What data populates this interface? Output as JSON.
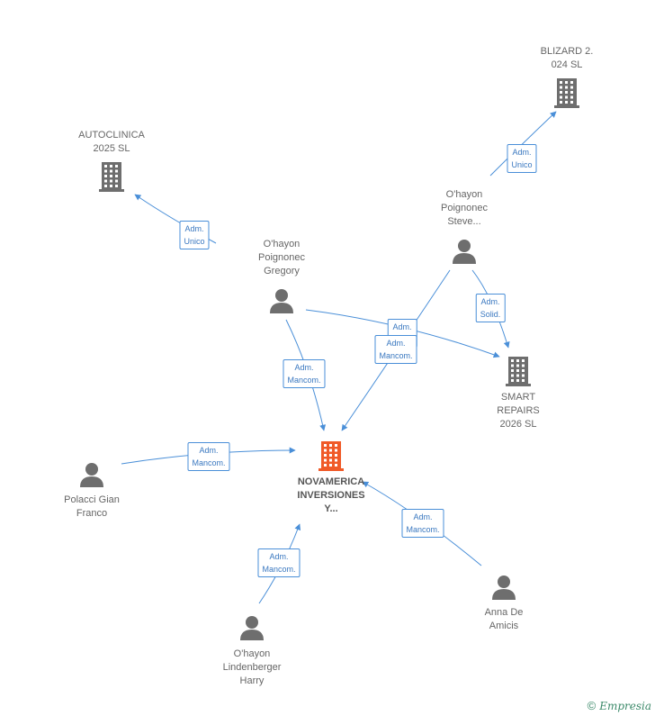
{
  "colors": {
    "edge": "#4a8fd8",
    "company": "#6e6e6e",
    "focus_company": "#f05a28",
    "person": "#6e6e6e"
  },
  "nodes": [
    {
      "id": "novamerica",
      "type": "company",
      "focus": true,
      "label": [
        "NOVAMERICA",
        "INVERSIONES",
        "Y..."
      ]
    },
    {
      "id": "autoclinica",
      "type": "company",
      "label": [
        "AUTOCLINICA",
        "2025 SL"
      ]
    },
    {
      "id": "blizard",
      "type": "company",
      "label": [
        "BLIZARD 2.",
        "024 SL"
      ]
    },
    {
      "id": "smart",
      "type": "company",
      "label": [
        "SMART",
        "REPAIRS",
        "2026 SL"
      ]
    },
    {
      "id": "gregory",
      "type": "person",
      "label": [
        "O'hayon",
        "Poignonec",
        "Gregory"
      ]
    },
    {
      "id": "steve",
      "type": "person",
      "label": [
        "O'hayon",
        "Poignonec",
        "Steve..."
      ]
    },
    {
      "id": "polacci",
      "type": "person",
      "label": [
        "Polacci Gian",
        "Franco"
      ]
    },
    {
      "id": "harry",
      "type": "person",
      "label": [
        "O'hayon",
        "Lindenberger",
        "Harry"
      ]
    },
    {
      "id": "anna",
      "type": "person",
      "label": [
        "Anna De",
        "Amicis"
      ]
    }
  ],
  "edges": [
    {
      "from": "gregory",
      "to": "autoclinica",
      "role": [
        "Adm.",
        "Unico"
      ]
    },
    {
      "from": "steve",
      "to": "blizard",
      "role": [
        "Adm.",
        "Unico"
      ]
    },
    {
      "from": "gregory",
      "to": "smart",
      "role": [
        "Adm.",
        "Solid."
      ]
    },
    {
      "from": "steve",
      "to": "smart",
      "role": [
        "Adm.",
        "Solid."
      ]
    },
    {
      "from": "gregory",
      "to": "novamerica",
      "role": [
        "Adm.",
        "Mancom."
      ]
    },
    {
      "from": "steve",
      "to": "novamerica",
      "role": [
        "Adm.",
        "Mancom."
      ]
    },
    {
      "from": "polacci",
      "to": "novamerica",
      "role": [
        "Adm.",
        "Mancom."
      ]
    },
    {
      "from": "harry",
      "to": "novamerica",
      "role": [
        "Adm.",
        "Mancom."
      ]
    },
    {
      "from": "anna",
      "to": "novamerica",
      "role": [
        "Adm.",
        "Mancom."
      ]
    }
  ],
  "footer": {
    "copyright": "©",
    "brand": "Empresia"
  }
}
